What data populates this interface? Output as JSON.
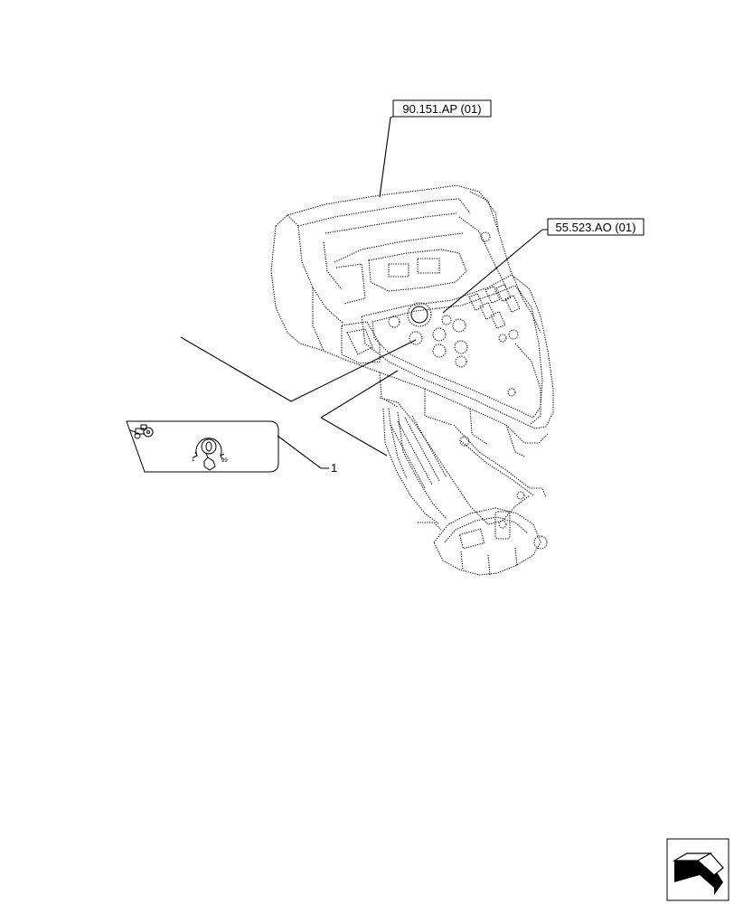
{
  "references": {
    "ref_top": "90.151.AP (01)",
    "ref_right": "55.523.AO (01)"
  },
  "callouts": {
    "item_1": "1"
  },
  "decal": {
    "dial_min_label": "1",
    "dial_max_label": "99",
    "tractor_icon": "tractor-icon",
    "dial_icon": "rotary-dial-icon",
    "hand_icon": "hand-icon"
  },
  "nav": {
    "next_page_icon": "next-page-arrow-icon"
  }
}
